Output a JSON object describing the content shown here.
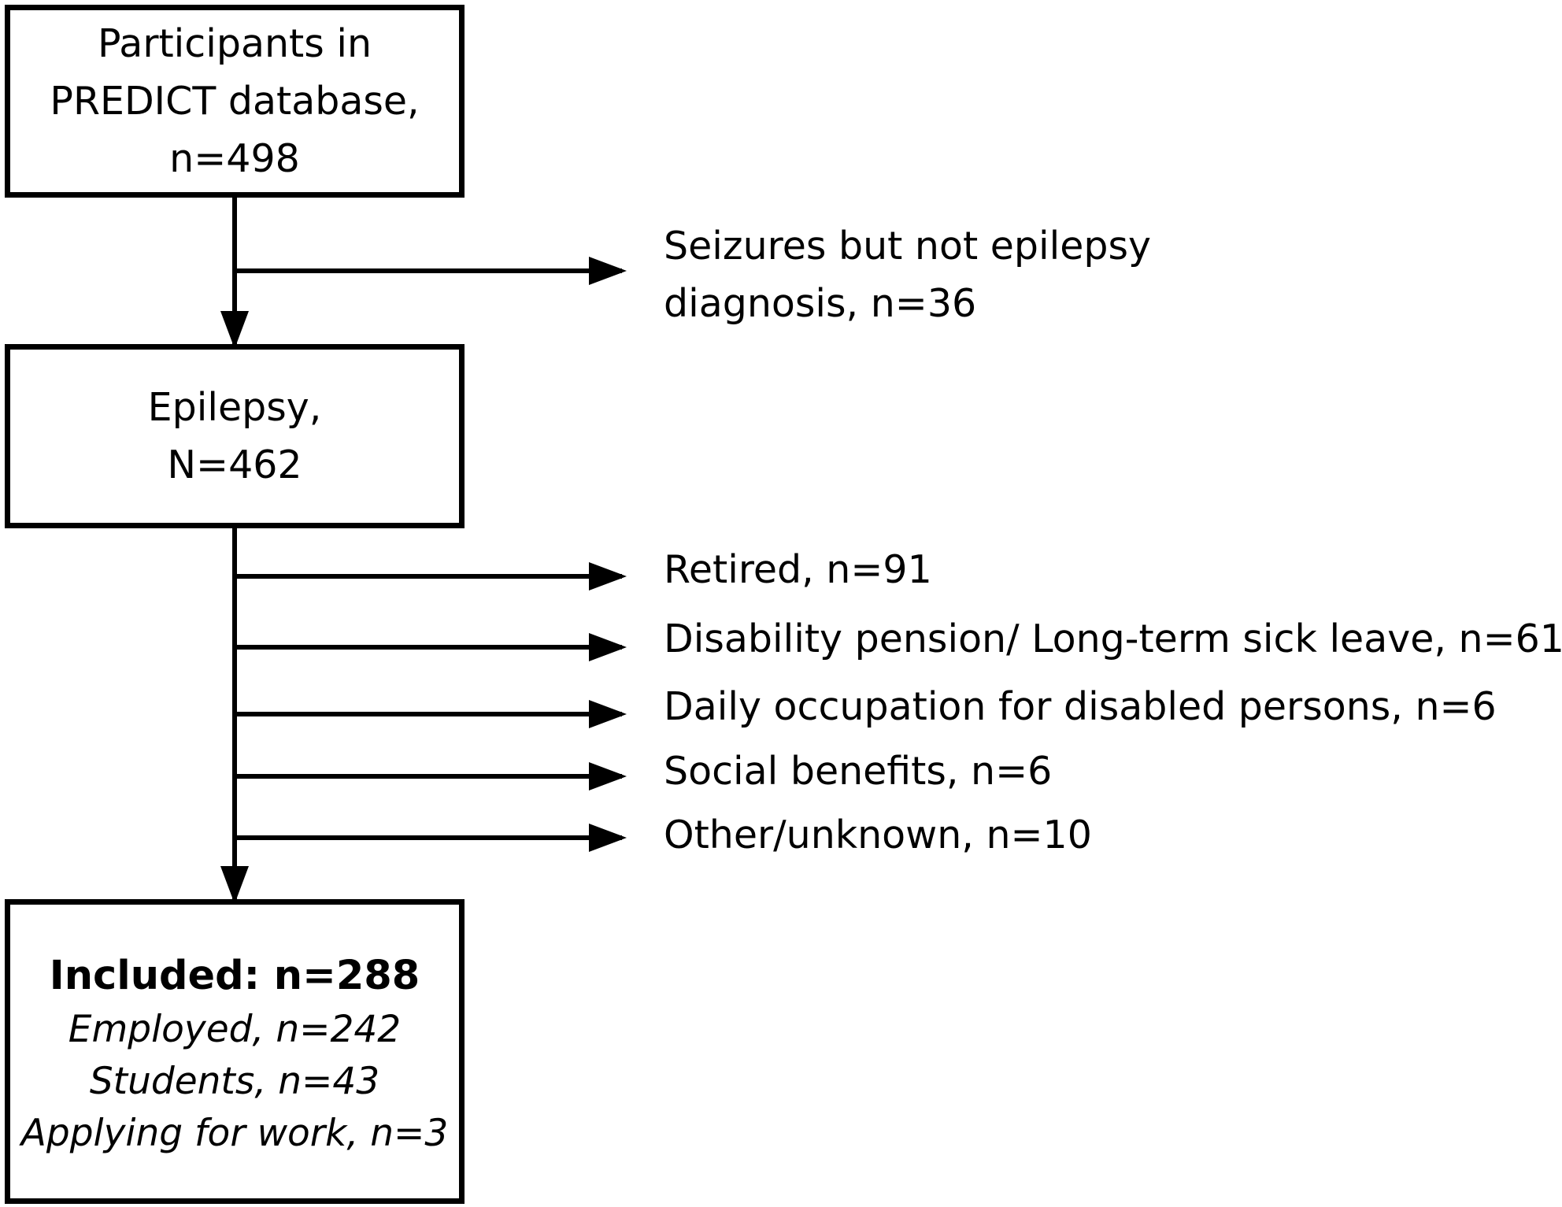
{
  "diagram": {
    "box_participants": {
      "lines": [
        "Participants in",
        "PREDICT database,",
        "n=498"
      ]
    },
    "exclusion_non_epilepsy": {
      "lines": [
        "Seizures but not epilepsy",
        "diagnosis, n=36"
      ]
    },
    "box_epilepsy": {
      "lines": [
        "Epilepsy,",
        "N=462"
      ]
    },
    "exclusions": [
      "Retired, n=91",
      "Disability pension/ Long-term sick leave, n=61",
      "Daily occupation for disabled persons, n=6",
      "Social benefits, n=6",
      "Other/unknown, n=10"
    ],
    "box_included": {
      "title": "Included: n=288",
      "lines": [
        "Employed, n=242",
        "Students, n=43",
        "Applying for work, n=3"
      ]
    }
  }
}
